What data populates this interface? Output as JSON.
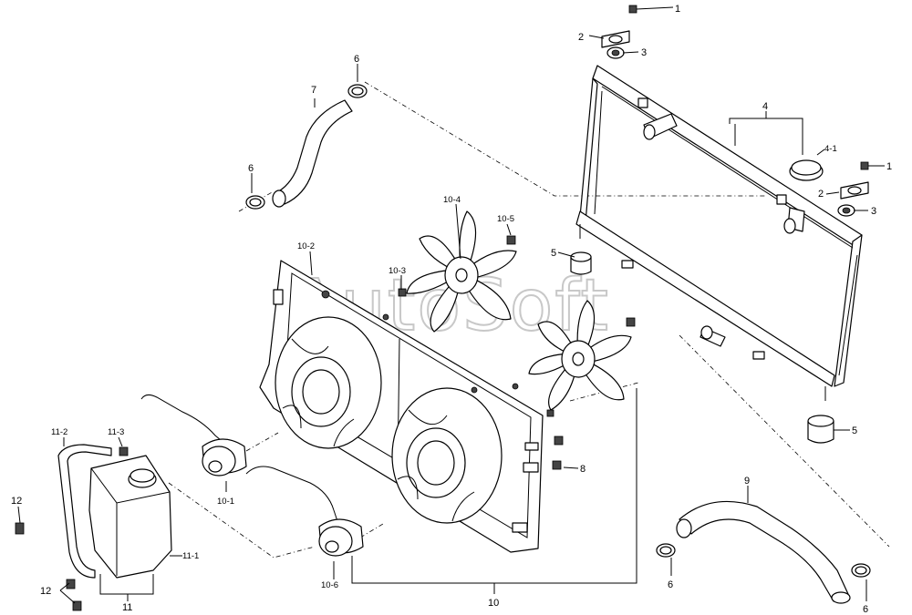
{
  "watermark": "AutoSoft",
  "labels": {
    "p1a": "1",
    "p1b": "1",
    "p2a": "2",
    "p2b": "2",
    "p3a": "3",
    "p3b": "3",
    "p4": "4",
    "p4_1": "4-1",
    "p5a": "5",
    "p5b": "5",
    "p6a": "6",
    "p6b": "6",
    "p6c": "6",
    "p6d": "6",
    "p7": "7",
    "p8": "8",
    "p9": "9",
    "p10": "10",
    "p10_1": "10-1",
    "p10_2": "10-2",
    "p10_3": "10-3",
    "p10_4": "10-4",
    "p10_5": "10-5",
    "p10_6": "10-6",
    "p11": "11",
    "p11_1": "11-1",
    "p11_2": "11-2",
    "p11_3": "11-3",
    "p12a": "12",
    "p12b": "12"
  }
}
